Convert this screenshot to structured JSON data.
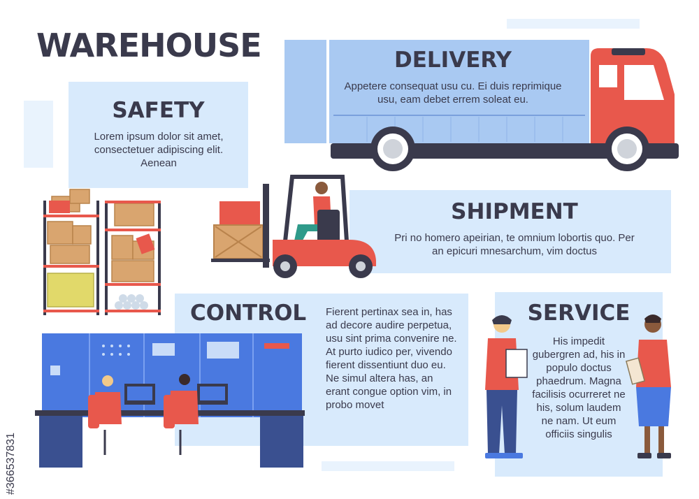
{
  "main_title": "WAREHOUSE",
  "sections": {
    "delivery": {
      "title": "DELIVERY",
      "text": "Appetere consequat usu cu. Ei duis reprimique usu, eam debet errem soleat eu."
    },
    "safety": {
      "title": "SAFETY",
      "text": "Lorem ipsum dolor sit amet, consectetuer adipiscing elit. Aenean"
    },
    "shipment": {
      "title": "SHIPMENT",
      "text": "Pri no homero apeirian, te omnium lobortis quo. Per an epicuri mnesarchum, vim doctus"
    },
    "control": {
      "title": "CONTROL",
      "text": "Fierent pertinax sea in, has ad decore audire perpetua, usu sint prima convenire ne. At purto iudico per, vivendo fierent dissentiunt duo eu. Ne simul altera has, an erant congue option vim, in probo movet"
    },
    "service": {
      "title": "SERVICE",
      "text": "His impedit gubergren ad, his in populo doctus phaedrum. Magna facilisis ocurreret ne his, solum laudem ne nam. Ut eum officiis singulis"
    }
  },
  "stock_id": "#366537831",
  "colors": {
    "panel": "#d8eafc",
    "truck_red": "#e8584c",
    "truck_blue": "#a9c9f2",
    "dark": "#3a3a4c",
    "box": "#d9a56f",
    "console": "#4a79e0"
  },
  "icons": [
    "truck",
    "forklift",
    "shelving",
    "control-room",
    "workers"
  ]
}
